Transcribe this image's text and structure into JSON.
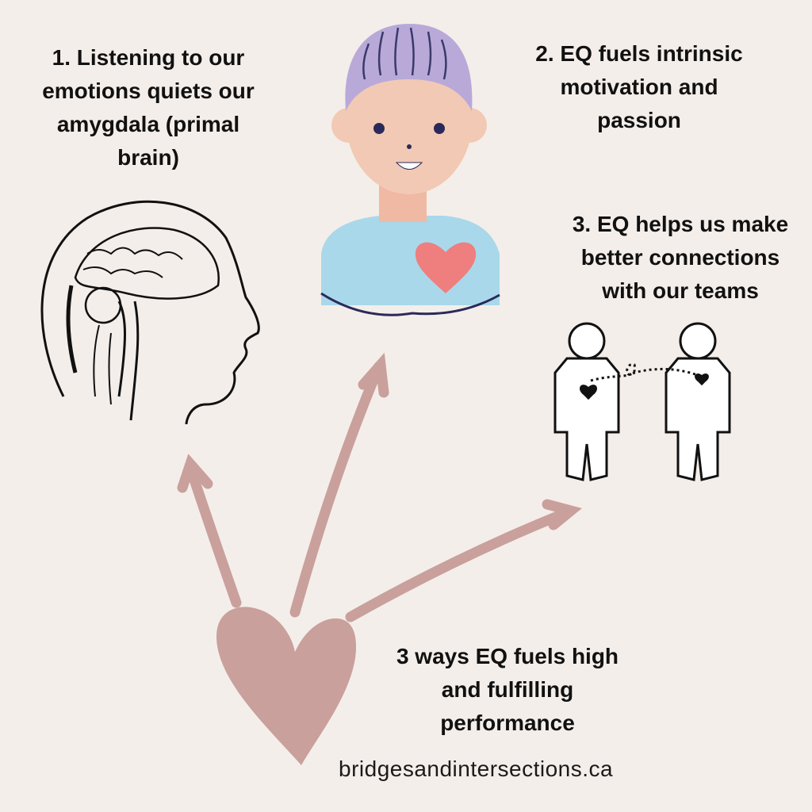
{
  "point1": {
    "lines": [
      "1. Listening to our",
      "emotions quiets our",
      "amygdala (primal",
      "brain)"
    ]
  },
  "point2": {
    "lines": [
      "2. EQ fuels intrinsic",
      "motivation and",
      "passion"
    ]
  },
  "point3": {
    "lines": [
      "3. EQ helps us make",
      "better connections",
      "with our teams"
    ]
  },
  "summary": {
    "lines": [
      "3 ways EQ fuels high",
      "and fulfilling",
      "performance"
    ]
  },
  "website": "bridgesandintersections.ca",
  "colors": {
    "background": "#f4eeea",
    "heart": "#c9a09c",
    "arrow": "#c9a09c",
    "hair": "#b9a9d9",
    "skin": "#f2c9b4",
    "shirt": "#a9d8ea",
    "shirt_heart": "#ef7e7e"
  }
}
